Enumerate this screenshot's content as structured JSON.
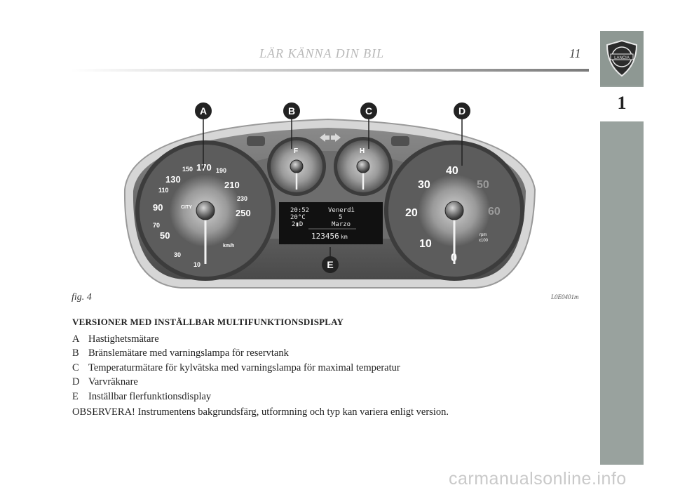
{
  "header": {
    "title": "LÄR KÄNNA DIN BIL",
    "page_number": "11"
  },
  "sidebar": {
    "logo_text": "LANCIA",
    "chapter": "1"
  },
  "figure": {
    "callouts": [
      "A",
      "B",
      "C",
      "D",
      "E"
    ],
    "speedometer": {
      "ticks": [
        "10",
        "30",
        "50",
        "70",
        "90",
        "110",
        "130",
        "150",
        "170",
        "190",
        "210",
        "230",
        "250"
      ],
      "unit": "km/h",
      "mode_label": "CITY"
    },
    "fuel_gauge": {
      "label": "F"
    },
    "temp_gauge": {
      "label": "H"
    },
    "tachometer": {
      "ticks": [
        "0",
        "10",
        "20",
        "30",
        "40",
        "50",
        "60"
      ],
      "unit_line1": "rpm",
      "unit_line2": "x100"
    },
    "display": {
      "time": "20:52",
      "temperature": "20°C",
      "gear": "2▮D",
      "day": "Venerdì",
      "date": "5",
      "month": "Marzo",
      "odometer": "123456",
      "odometer_unit": "km"
    },
    "caption": "fig. 4",
    "code": "L0E0401m"
  },
  "content": {
    "heading": "VERSIONER MED INSTÄLLBAR MULTIFUNKTIONSDISPLAY",
    "items": [
      {
        "letter": "A",
        "text": "Hastighetsmätare"
      },
      {
        "letter": "B",
        "text": "Bränslemätare med varningslampa för reservtank"
      },
      {
        "letter": "C",
        "text": "Temperaturmätare för kylvätska med varningslampa för maximal temperatur"
      },
      {
        "letter": "D",
        "text": "Varvräknare"
      },
      {
        "letter": "E",
        "text": "Inställbar flerfunktionsdisplay"
      }
    ],
    "note": "OBSERVERA! Instrumentens bakgrundsfärg, utformning och typ kan variera enligt version."
  },
  "watermark": "carmanualsonline.info"
}
